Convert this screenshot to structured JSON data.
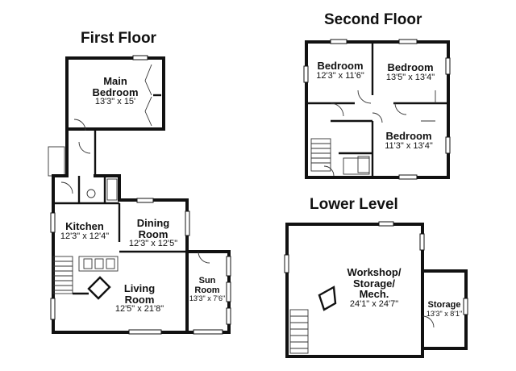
{
  "floors": {
    "first": {
      "title": "First Floor",
      "rooms": {
        "main_bedroom": {
          "name": "Main Bedroom",
          "name_line1": "Main",
          "name_line2": "Bedroom",
          "dims": "13'3\" x 15'"
        },
        "kitchen": {
          "name": "Kitchen",
          "dims": "12'3\" x 12'4\""
        },
        "dining": {
          "name": "Dining Room",
          "name_line1": "Dining",
          "name_line2": "Room",
          "dims": "12'3\" x 12'5\""
        },
        "living": {
          "name": "Living Room",
          "name_line1": "Living",
          "name_line2": "Room",
          "dims": "12'5\" x 21'8\""
        },
        "sun": {
          "name": "Sun Room",
          "name_line1": "Sun",
          "name_line2": "Room",
          "dims": "13'3\" x 7'6\""
        }
      }
    },
    "second": {
      "title": "Second Floor",
      "rooms": {
        "bedroom_a": {
          "name": "Bedroom",
          "dims": "12'3\" x 11'6\""
        },
        "bedroom_b": {
          "name": "Bedroom",
          "dims": "13'5\" x 13'4\""
        },
        "bedroom_c": {
          "name": "Bedroom",
          "dims": "11'3\" x 13'4\""
        }
      }
    },
    "lower": {
      "title": "Lower Level",
      "rooms": {
        "workshop": {
          "name": "Workshop/ Storage/ Mech.",
          "name_line1": "Workshop/",
          "name_line2": "Storage/",
          "name_line3": "Mech.",
          "dims": "24'1\" x 24'7\""
        },
        "storage": {
          "name": "Storage",
          "dims": "13'3\" x 8'1\""
        }
      }
    }
  }
}
